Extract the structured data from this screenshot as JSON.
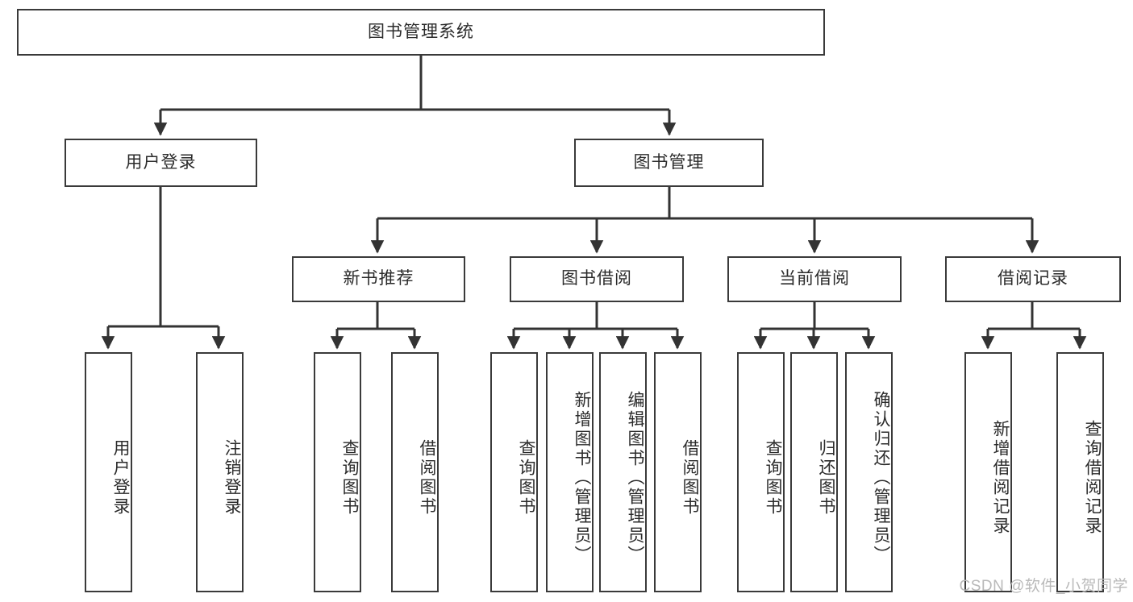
{
  "diagram": {
    "type": "tree-hierarchy",
    "title": "图书管理系统",
    "theme": {
      "background": "#ffffff",
      "box_border": "#3a3a3a",
      "box_fill": "#ffffff",
      "text": "#2b2b2b",
      "edge": "#333333",
      "watermark": "#b9b9b9"
    },
    "levels": {
      "root": {
        "label": "图书管理系统"
      },
      "level2": [
        {
          "label": "用户登录"
        },
        {
          "label": "图书管理"
        }
      ],
      "level3": [
        {
          "label": "新书推荐"
        },
        {
          "label": "图书借阅"
        },
        {
          "label": "当前借阅"
        },
        {
          "label": "借阅记录"
        }
      ],
      "leaves_user_login": [
        {
          "label": "用户登录"
        },
        {
          "label": "注销登录"
        }
      ],
      "leaves_new_books": [
        {
          "label": "查询图书"
        },
        {
          "label": "借阅图书"
        }
      ],
      "leaves_book_borrow": [
        {
          "label": "查询图书"
        },
        {
          "label": "新增图书（管理员）"
        },
        {
          "label": "编辑图书（管理员）"
        },
        {
          "label": "借阅图书"
        }
      ],
      "leaves_current_borrow": [
        {
          "label": "查询图书"
        },
        {
          "label": "归还图书"
        },
        {
          "label": "确认归还（管理员）"
        }
      ],
      "leaves_borrow_records": [
        {
          "label": "新增借阅记录"
        },
        {
          "label": "查询借阅记录"
        }
      ]
    },
    "watermark": "CSDN @软件_小贺同学"
  }
}
